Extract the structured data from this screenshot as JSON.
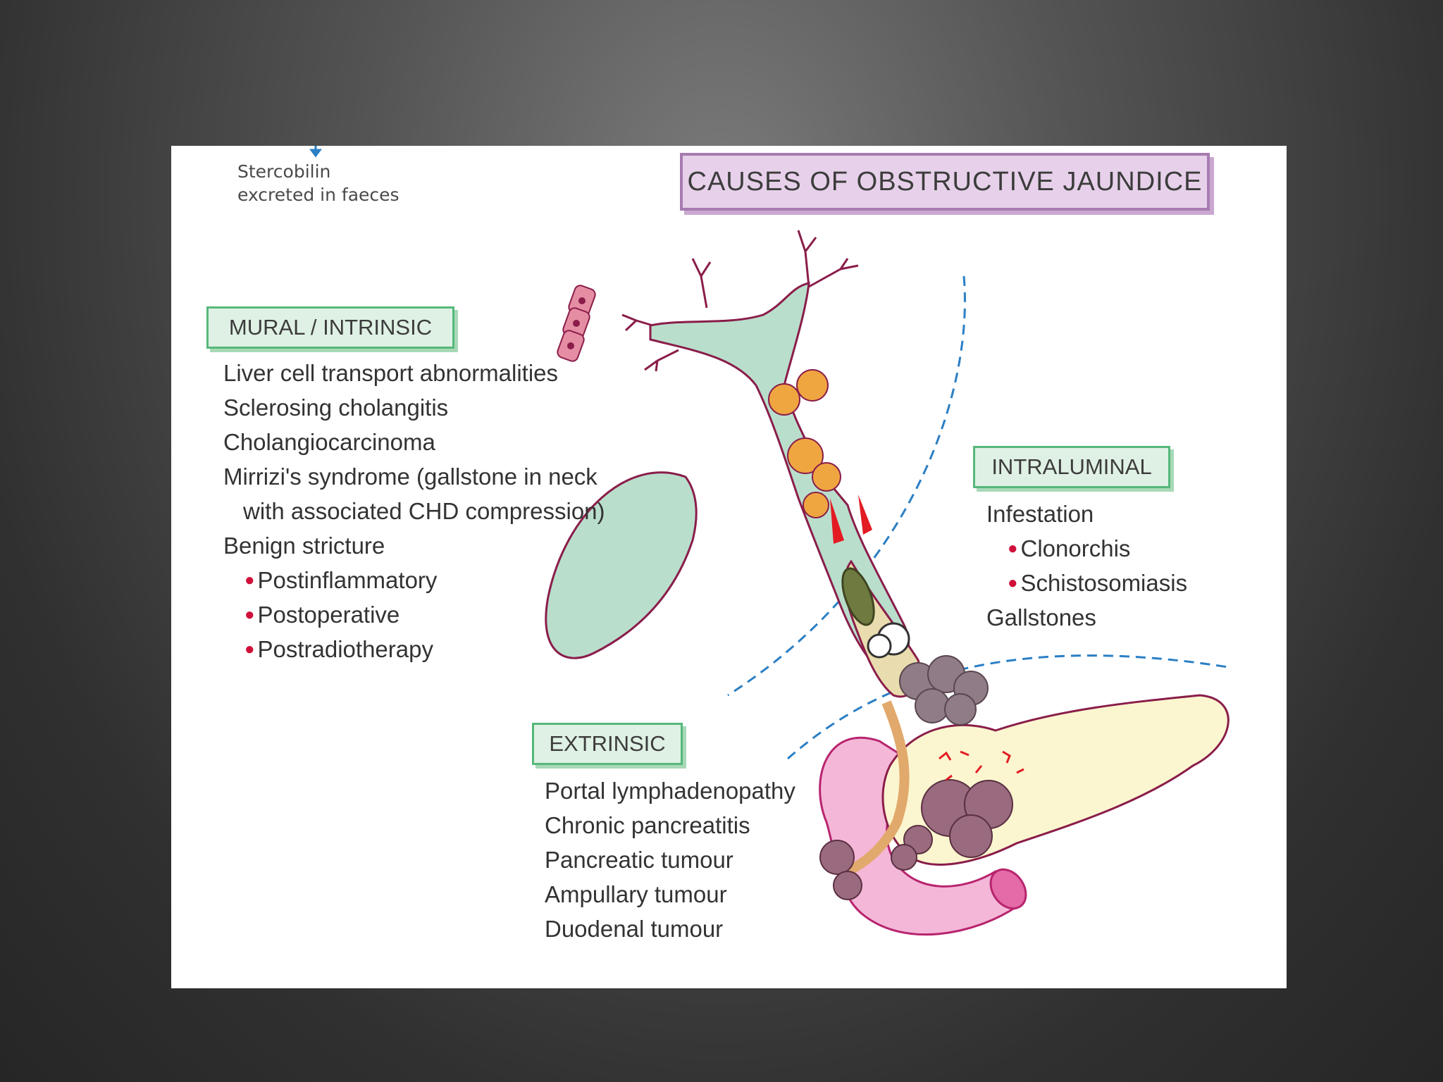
{
  "slide": {
    "caption": [
      "Stercobilin",
      "excreted in faeces"
    ],
    "title": "CAUSES OF OBSTRUCTIVE JAUNDICE",
    "mural": {
      "heading": "MURAL / INTRINSIC",
      "items": [
        "Liver cell transport abnormalities",
        "Sclerosing cholangitis",
        "Cholangiocarcinoma",
        "Mirrizi's syndrome (gallstone in neck",
        "with associated CHD compression)",
        "Benign stricture"
      ],
      "bullets": [
        "Postinflammatory",
        "Postoperative",
        "Postradiotherapy"
      ]
    },
    "intraluminal": {
      "heading": "INTRALUMINAL",
      "items": [
        "Infestation",
        "Gallstones"
      ],
      "bullets": [
        "Clonorchis",
        "Schistosomiasis"
      ]
    },
    "extrinsic": {
      "heading": "EXTRINSIC",
      "items": [
        "Portal lymphadenopathy",
        "Chronic pancreatitis",
        "Pancreatic tumour",
        "Ampullary tumour",
        "Duodenal tumour"
      ]
    }
  },
  "colors": {
    "title_fill": "#e7d1ea",
    "title_border": "#a77bb1",
    "header_fill": "#dff1e4",
    "header_border": "#56b87a",
    "bullet": "#d0103a",
    "duct_outline": "#8a1d4a",
    "gallbladder": "#b9dfcc",
    "pancreas": "#fbf6cf",
    "duodenum": "#f4b7d8",
    "dashed_boundary": "#2b7fc4"
  },
  "icons": [
    "down-arrow-icon",
    "bullet-dot-icon"
  ]
}
